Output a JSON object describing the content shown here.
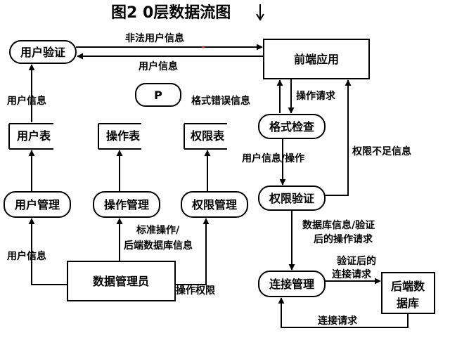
{
  "title": "图2 0层数据流图",
  "nodes": {
    "user_auth": "用户验证",
    "frontend": "前端应用",
    "p_label": "P",
    "user_table": "用户表",
    "op_table": "操作表",
    "perm_table": "权限表",
    "format_check": "格式检查",
    "perm_check": "权限验证",
    "user_mgmt": "用户管理",
    "op_mgmt": "操作管理",
    "perm_mgmt": "权限管理",
    "db_admin": "数据管理员",
    "conn_mgmt": "连接管理",
    "backend_db_1": "后端数",
    "backend_db_2": "据库"
  },
  "flows": {
    "illegal_user_info": "非法用户信息",
    "user_info_top": "用户信息",
    "user_info_left": "用户信息",
    "format_error_info": "格式错误信息",
    "operation_request": "操作请求",
    "user_info_op": "用户信息/操作",
    "insufficient_perm": "权限不足信息",
    "standard_op_1": "标准操作/",
    "standard_op_2": "后端数据库信息",
    "user_info_bottom": "用户信息",
    "op_perm": "操作权限",
    "db_info_1": "数据库信息/验证",
    "db_info_2": "后的操作请求",
    "verified_conn_1": "验证后的",
    "verified_conn_2": "连接请求",
    "conn_request": "连接请求"
  }
}
